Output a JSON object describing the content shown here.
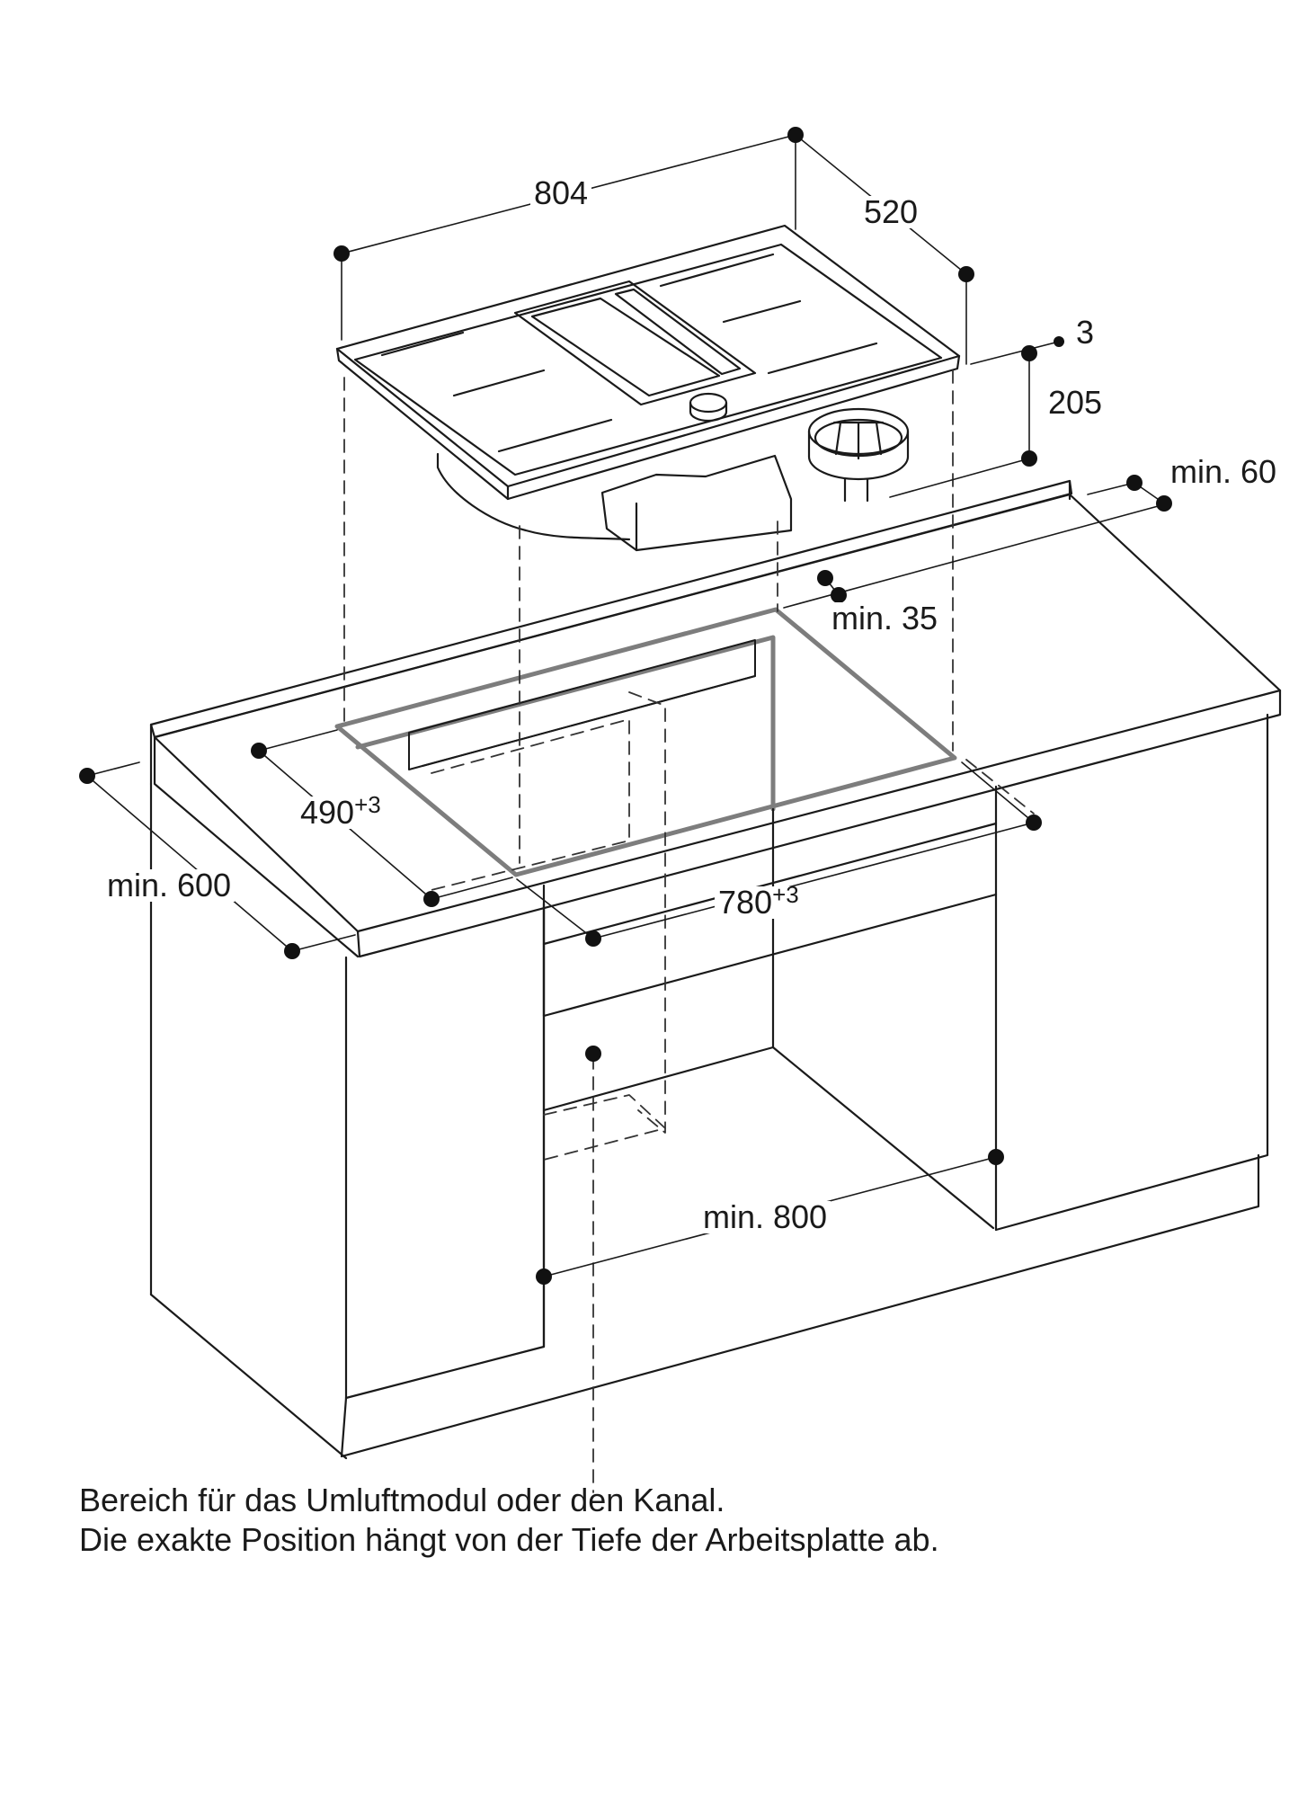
{
  "dimensions": {
    "width_804": "804",
    "depth_520": "520",
    "gap_3": "3",
    "height_205": "205",
    "min_60": "min. 60",
    "min_35": "min. 35",
    "cutout_depth_value": "490",
    "cutout_depth_tol": "+3",
    "cutout_width_value": "780",
    "cutout_width_tol": "+3",
    "worktop_depth": "min. 600",
    "cabinet_width": "min. 800"
  },
  "caption": {
    "line1": "Bereich für das Umluftmodul oder den Kanal.",
    "line2": "Die exakte Position hängt von der Tiefe der Arbeitsplatte ab."
  }
}
